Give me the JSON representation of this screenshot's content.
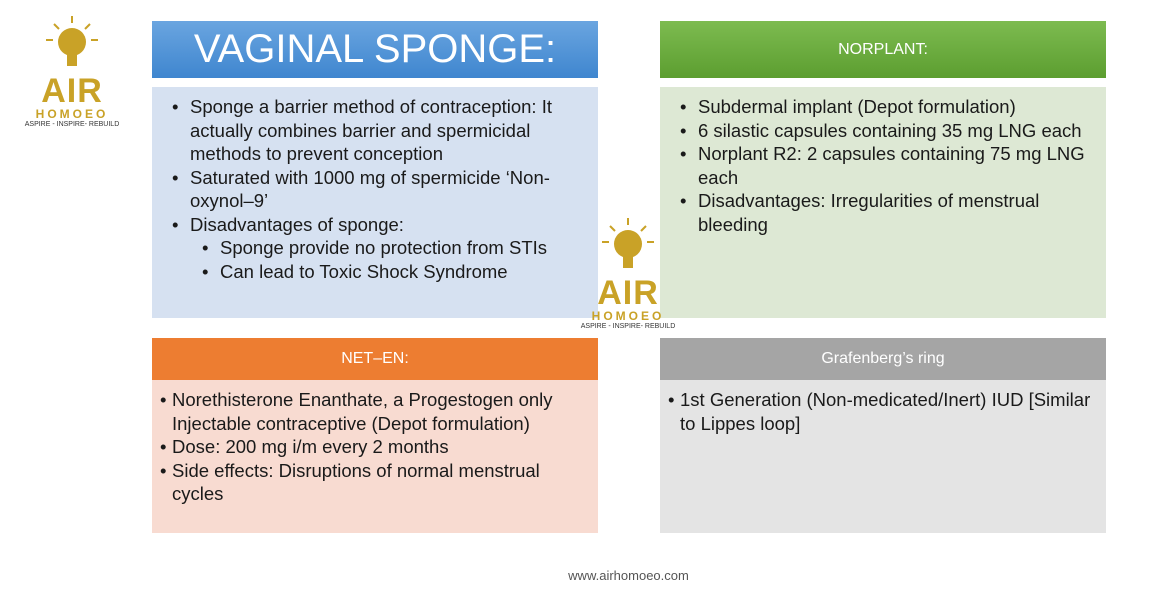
{
  "logo": {
    "name": "AIR",
    "sub": "HOMOEO",
    "tagline": "ASPIRE - INSPIRE- REBUILD"
  },
  "panels": {
    "sponge": {
      "title": "VAGINAL SPONGE:",
      "items": [
        "Sponge a barrier method of contraception: It actually combines barrier and spermicidal methods to prevent conception",
        "Saturated with 1000 mg of spermicide ‘Non-oxynol–9’",
        "Disadvantages of sponge:"
      ],
      "subitems": [
        "Sponge provide no protection from STIs",
        "Can lead to Toxic Shock Syndrome"
      ]
    },
    "norplant": {
      "title": "NORPLANT:",
      "items": [
        "Subdermal implant (Depot formulation)",
        "6 silastic capsules containing 35 mg LNG each",
        "Norplant R2: 2 capsules containing 75 mg LNG each",
        "Disadvantages: Irregularities of menstrual bleeding"
      ]
    },
    "neten": {
      "title": "NET–EN:",
      "items": [
        "Norethisterone Enanthate, a Progestogen only Injectable contraceptive (Depot formulation)",
        "Dose: 200 mg i/m every 2 months",
        "Side effects: Disruptions of normal menstrual cycles"
      ]
    },
    "grafenberg": {
      "title": "Grafenberg’s ring",
      "items": [
        "1st Generation (Non-medicated/Inert) IUD [Similar to Lippes loop]"
      ]
    }
  },
  "footer": "www.airhomoeo.com",
  "colors": {
    "blue": "#4a8fd6",
    "green": "#6aad3c",
    "orange": "#ed7d31",
    "gray": "#a5a5a5"
  }
}
